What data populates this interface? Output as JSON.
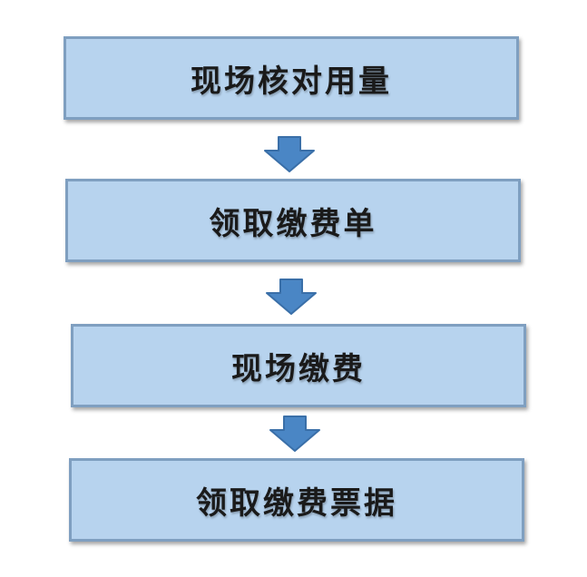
{
  "steps": [
    {
      "label": "现场核对用量"
    },
    {
      "label": "领取缴费单"
    },
    {
      "label": "现场缴费"
    },
    {
      "label": "领取缴费票据"
    }
  ],
  "colors": {
    "box_fill": "#b7d3ee",
    "box_border": "#7f9fc0",
    "arrow_fill": "#4a86c5",
    "arrow_stroke": "#3a6fa8"
  },
  "icons": {
    "connector": "down-arrow-icon"
  }
}
